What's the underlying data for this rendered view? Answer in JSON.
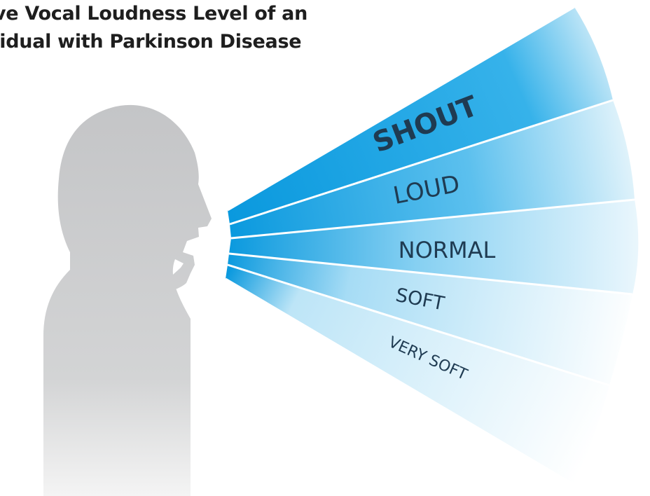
{
  "title": {
    "line1": "ive Vocal Loudness Level of an",
    "line2": "vidual with Parkinson Disease"
  },
  "levels": [
    {
      "label": "SHOUT"
    },
    {
      "label": "LOUD"
    },
    {
      "label": "NORMAL"
    },
    {
      "label": "SOFT"
    },
    {
      "label": "VERY SOFT"
    }
  ],
  "colors": {
    "sound_blue": "#1aa3e3",
    "silhouette": "#c9cacb",
    "title_text": "#1e1e1e",
    "label_text": "#1f3b52"
  },
  "icons": {
    "figure": "person-silhouette-icon",
    "sound": "sound-wave-fan-icon"
  }
}
